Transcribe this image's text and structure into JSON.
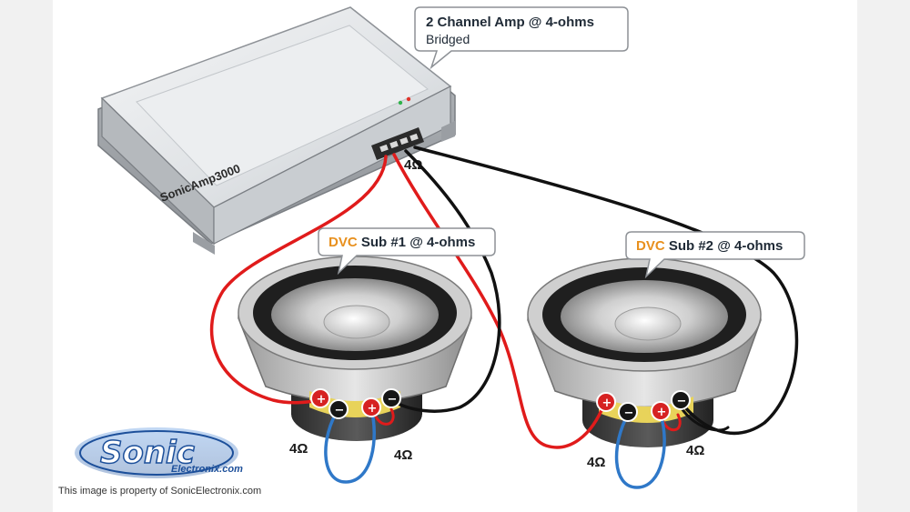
{
  "amp": {
    "brand_label": "SonicAmp3000",
    "callout_title": "2 Channel Amp @ 4-ohms",
    "callout_subtitle": "Bridged",
    "output_impedance": "4Ω"
  },
  "subs": [
    {
      "dvc_prefix": "DVC",
      "label_rest": " Sub #1 @ 4-ohms",
      "left_coil_impedance": "4Ω",
      "right_coil_impedance": "4Ω"
    },
    {
      "dvc_prefix": "DVC",
      "label_rest": " Sub #2 @ 4-ohms",
      "left_coil_impedance": "4Ω",
      "right_coil_impedance": "4Ω"
    }
  ],
  "terminals": {
    "positive": "+",
    "negative": "−"
  },
  "logo": {
    "main": "Sonic",
    "sub": "Electronix.com"
  },
  "copyright": "This image is property of SonicElectronix.com",
  "colors": {
    "positive_wire": "#e01b1b",
    "negative_wire": "#111111",
    "jumper_wire": "#2f78c8",
    "dvc_accent": "#e8901e",
    "amp_body": "#d9dcdf",
    "logo_blue": "#1c4f9a"
  }
}
